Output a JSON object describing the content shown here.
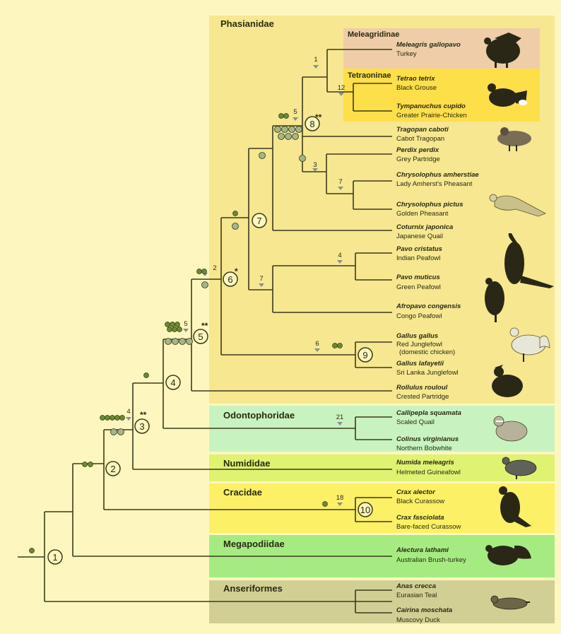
{
  "families": {
    "phasianidae": "Phasianidae",
    "meleagridinae": "Meleagridinae",
    "tetraoninae": "Tetraoninae",
    "odontophoridae": "Odontophoridae",
    "numididae": "Numididae",
    "cracidae": "Cracidae",
    "megapodiidae": "Megapodiidae",
    "anseriformes": "Anseriformes"
  },
  "species": [
    {
      "sci": "Meleagris gallopavo",
      "common": "Turkey"
    },
    {
      "sci": "Tetrao tetrix",
      "common": "Black Grouse"
    },
    {
      "sci": "Tympanuchus cupido",
      "common": "Greater Prairie-Chicken"
    },
    {
      "sci": "Tragopan caboti",
      "common": "Cabot Tragopan"
    },
    {
      "sci": "Perdix perdix",
      "common": "Grey Partridge"
    },
    {
      "sci": "Chrysolophus amherstiae",
      "common": "Lady Amherst's Pheasant"
    },
    {
      "sci": "Chrysolophus pictus",
      "common": "Golden Pheasant"
    },
    {
      "sci": "Coturnix japonica",
      "common": "Japanese Quail"
    },
    {
      "sci": "Pavo cristatus",
      "common": "Indian Peafowl"
    },
    {
      "sci": "Pavo muticus",
      "common": "Green Peafowl"
    },
    {
      "sci": "Afropavo congensis",
      "common": "Congo Peafowl"
    },
    {
      "sci": "Gallus gallus",
      "common": "Red Junglefowl",
      "common2": "(domestic chicken)"
    },
    {
      "sci": "Gallus lafayetii",
      "common": "Sri Lanka Junglefowl"
    },
    {
      "sci": "Rollulus rouloul",
      "common": "Crested Partridge"
    },
    {
      "sci": "Callipepla squamata",
      "common": "Scaled Quail"
    },
    {
      "sci": "Colinus virginianus",
      "common": "Northern Bobwhite"
    },
    {
      "sci": "Numida meleagris",
      "common": "Helmeted Guineafowl"
    },
    {
      "sci": "Crax alector",
      "common": "Black Curassow"
    },
    {
      "sci": "Crax fasciolata",
      "common": "Bare-faced Curassow"
    },
    {
      "sci": "Alectura lathami",
      "common": "Australian Brush-turkey"
    },
    {
      "sci": "Anas crecca",
      "common": "Eurasian Teal"
    },
    {
      "sci": "Cairina moschata",
      "common": "Muscovy Duck"
    }
  ],
  "nodes": [
    "1",
    "2",
    "3",
    "4",
    "5",
    "6",
    "7",
    "8",
    "9",
    "10"
  ],
  "branch_counts": {
    "c1": "1",
    "c12": "12",
    "c5": "5",
    "c3": "3",
    "c7a": "7",
    "c4a": "4",
    "c7b": "7",
    "c2": "2",
    "c5b": "5",
    "c6": "6",
    "c4b": "4",
    "c21": "21",
    "c18": "18"
  },
  "asterisks": {
    "single": "*",
    "double": "**"
  },
  "colors": {
    "background": "#fdf7bf",
    "phasianidae": "#f6e790",
    "meleagridinae": "#eecda8",
    "tetraoninae": "#fddf4a",
    "odontophoridae": "#c8f3c0",
    "numididae": "#e0f272",
    "cracidae": "#fcf066",
    "megapodiidae": "#a6eb82",
    "anseriformes": "#d2cf94"
  },
  "icons": [
    "turkey-icon",
    "grouse-icon",
    "tragopan-icon",
    "golden-pheasant-icon",
    "peafowl-icon",
    "congo-peafowl-icon",
    "junglefowl-icon",
    "crested-partridge-icon",
    "bobwhite-icon",
    "guineafowl-icon",
    "curassow-icon",
    "brush-turkey-icon",
    "teal-icon"
  ]
}
